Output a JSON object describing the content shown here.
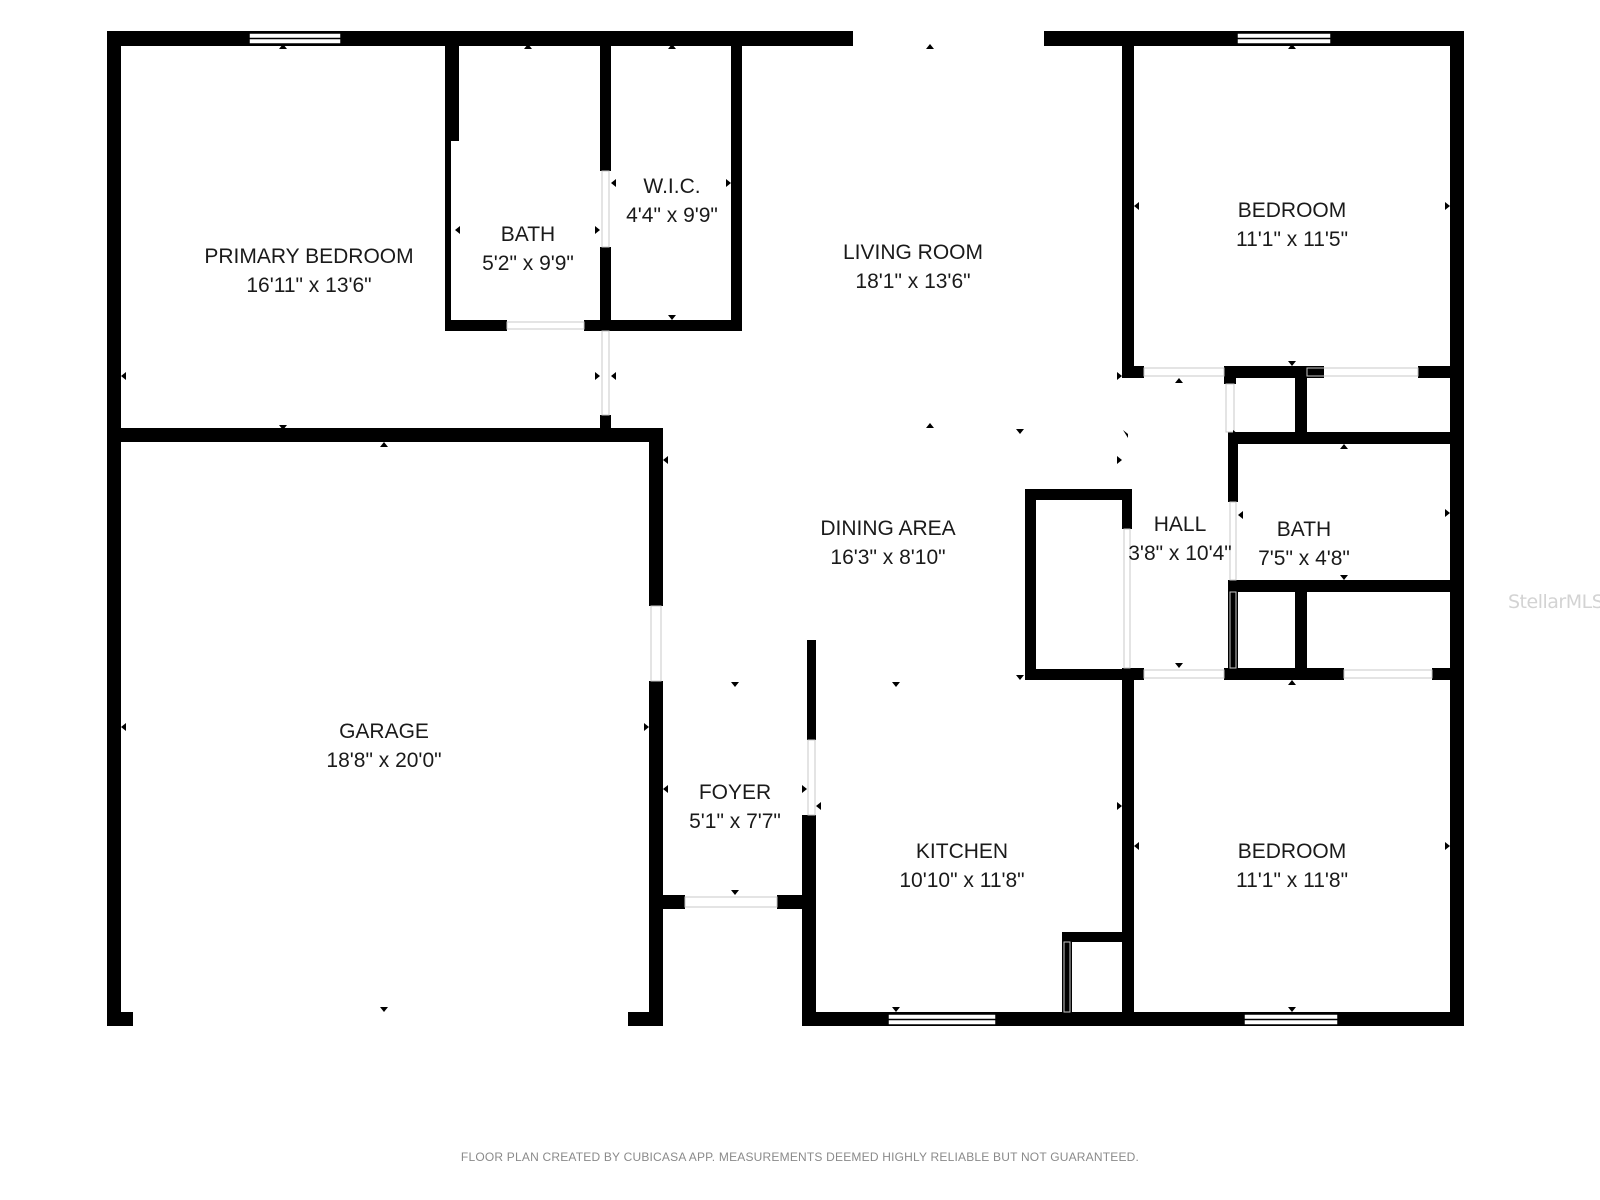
{
  "rooms": {
    "primary_bedroom": {
      "name": "PRIMARY BEDROOM",
      "dims": "16'11\" x 13'6\""
    },
    "primary_bath": {
      "name": "BATH",
      "dims": "5'2\" x 9'9\""
    },
    "wic": {
      "name": "W.I.C.",
      "dims": "4'4\" x 9'9\""
    },
    "living_room": {
      "name": "LIVING ROOM",
      "dims": "18'1\" x 13'6\""
    },
    "bedroom_upper": {
      "name": "BEDROOM",
      "dims": "11'1\" x 11'5\""
    },
    "dining_area": {
      "name": "DINING AREA",
      "dims": "16'3\" x 8'10\""
    },
    "hall": {
      "name": "HALL",
      "dims": "3'8\" x 10'4\""
    },
    "hall_bath": {
      "name": "BATH",
      "dims": "7'5\" x 4'8\""
    },
    "garage": {
      "name": "GARAGE",
      "dims": "18'8\" x 20'0\""
    },
    "foyer": {
      "name": "FOYER",
      "dims": "5'1\" x 7'7\""
    },
    "kitchen": {
      "name": "KITCHEN",
      "dims": "10'10\" x 11'8\""
    },
    "bedroom_lower": {
      "name": "BEDROOM",
      "dims": "11'1\" x 11'8\""
    }
  },
  "footer": "FLOOR PLAN CREATED BY CUBICASA APP. MEASUREMENTS DEEMED HIGHLY RELIABLE BUT NOT GUARANTEED.",
  "watermark": "StellarMLS",
  "colors": {
    "wall": "#000000",
    "background": "#ffffff",
    "window_glass": "#ffffff"
  }
}
